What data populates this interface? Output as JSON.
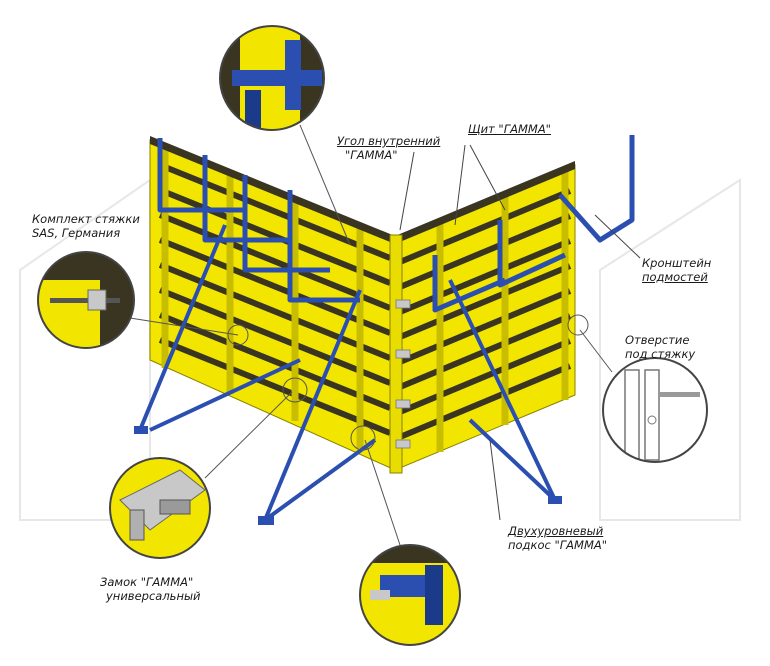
{
  "labels": {
    "corner": {
      "line1": "Угол внутренний",
      "line2": "\"ГАММА\""
    },
    "panel": {
      "line1": "Щит \"ГАММА\""
    },
    "tie_kit": {
      "line1": "Комплект стяжки",
      "line2": "SAS, Германия"
    },
    "bracket": {
      "line1": "Кронштейн",
      "line2": "подмостей"
    },
    "tie_hole": {
      "line1": "Отверстие",
      "line2": "под стяжку"
    },
    "lock": {
      "line1": "Замок \"ГАММА\"",
      "line2": "универсальный"
    },
    "brace": {
      "line1": "Двухуровневый",
      "line2": "подкос \"ГАММА\""
    }
  },
  "colors": {
    "panel_yellow": "#f2e600",
    "panel_shadow": "#c9bd00",
    "steel_blue": "#2a4fb0",
    "dark": "#2a2a1a",
    "gray": "#9a9a9a"
  },
  "icons": [
    "magnifier-callout-icon"
  ]
}
